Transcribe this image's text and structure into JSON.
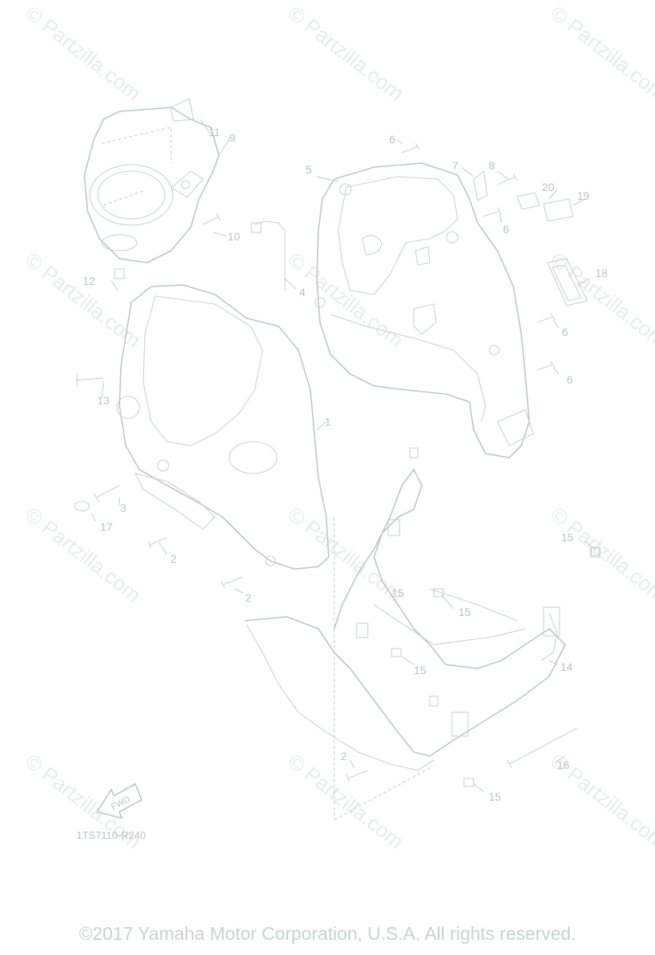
{
  "watermark": "© Partzilla.com",
  "callouts": [
    "1",
    "2",
    "2",
    "2",
    "3",
    "4",
    "5",
    "6",
    "6",
    "6",
    "6",
    "7",
    "8",
    "9",
    "10",
    "11",
    "12",
    "13",
    "14",
    "15",
    "15",
    "15",
    "15",
    "15",
    "16",
    "17",
    "18",
    "19",
    "20"
  ],
  "arrow_label": "FWD",
  "diagram_code": "1TS7110-R240",
  "copyright": "©2017 Yamaha Motor Corporation, U.S.A. All rights reserved."
}
